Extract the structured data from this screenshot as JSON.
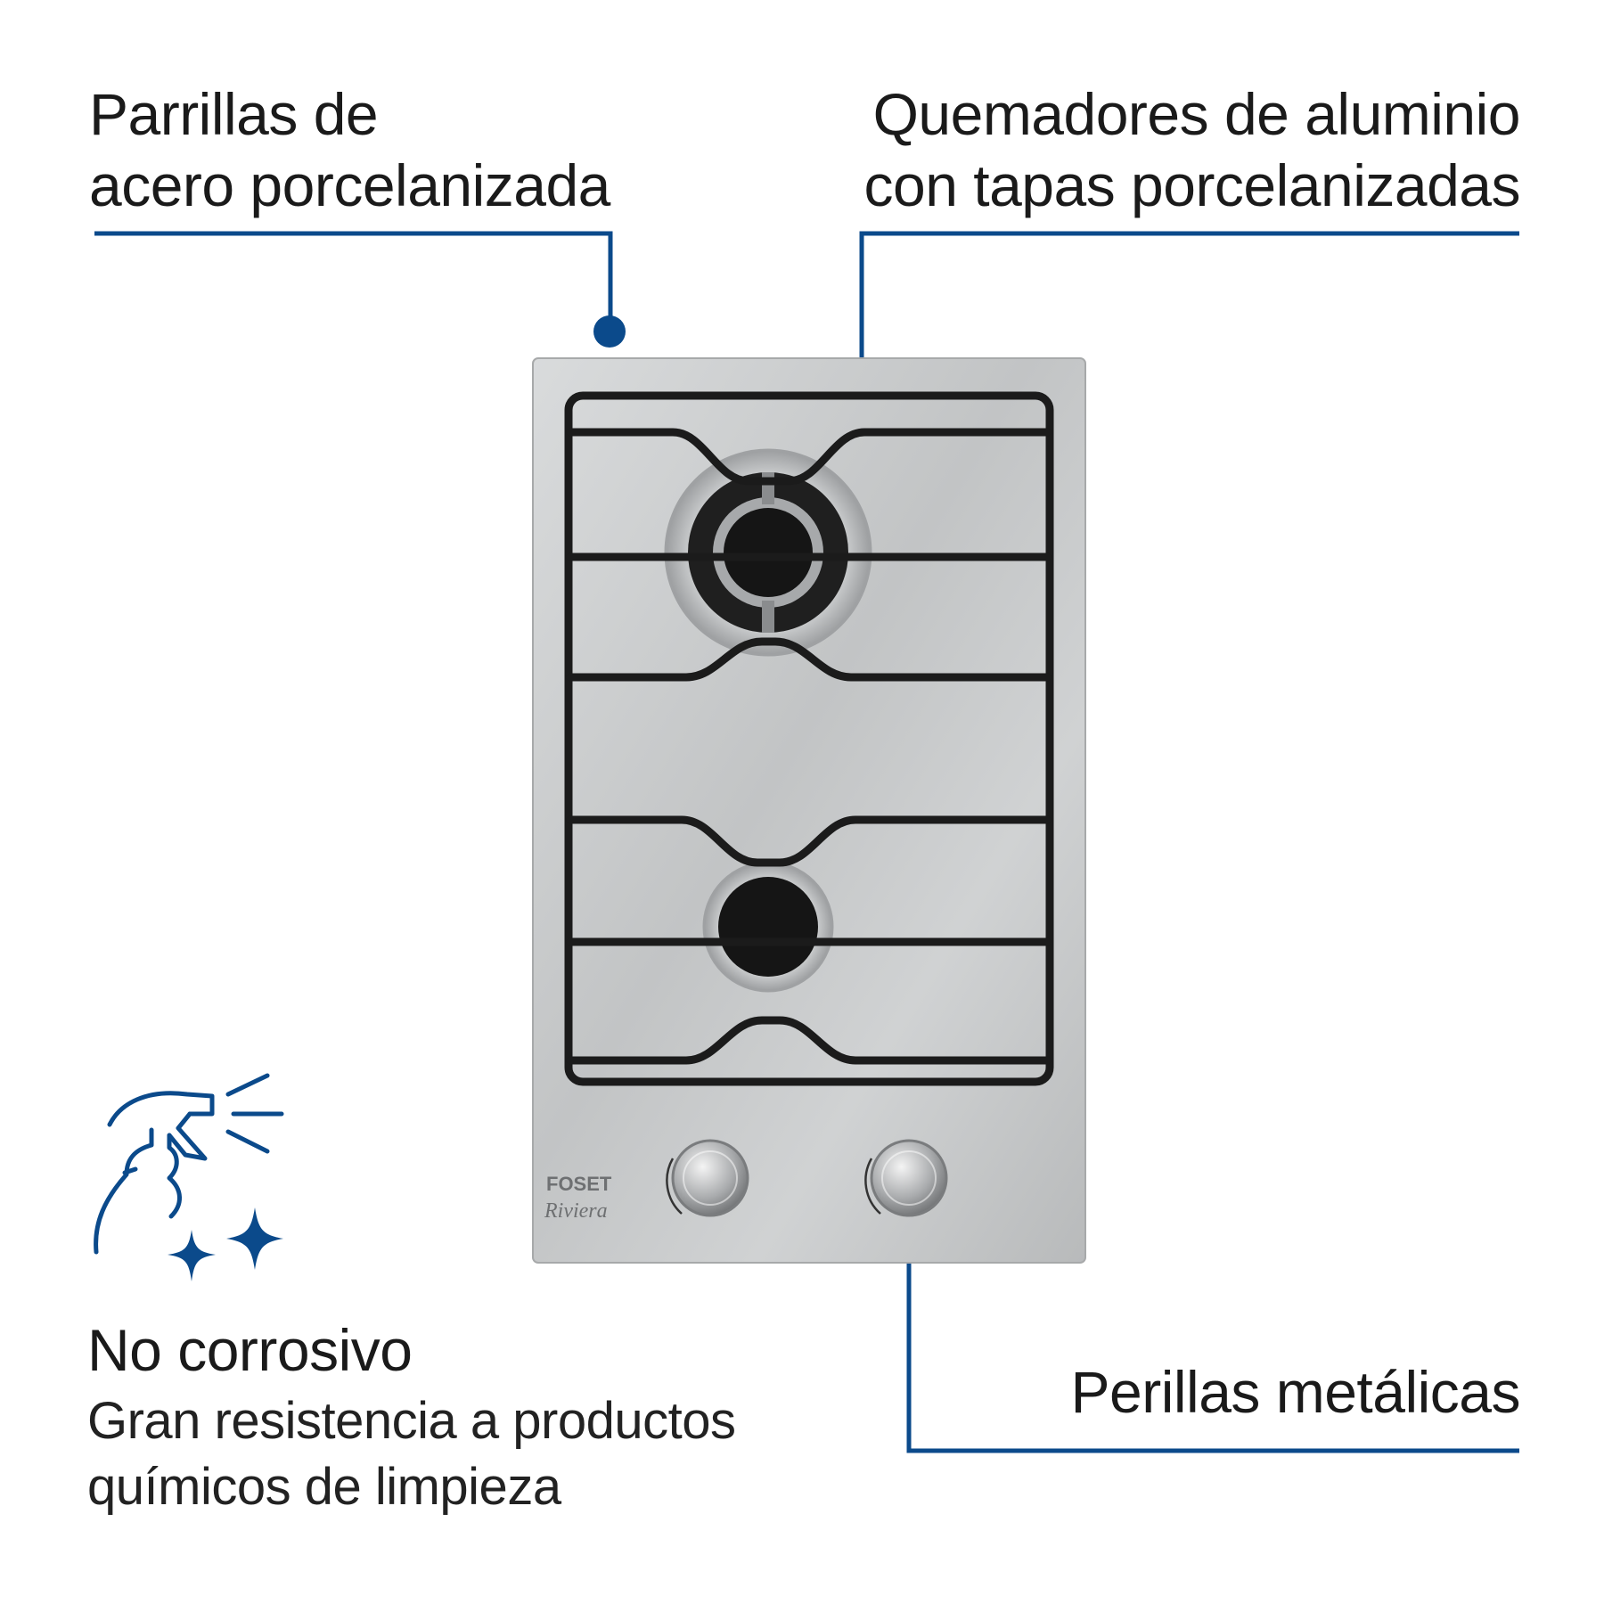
{
  "callouts": {
    "grates": {
      "line1": "Parrillas de",
      "line2": "acero porcelanizada"
    },
    "burners": {
      "line1": "Quemadores de aluminio",
      "line2": "con tapas porcelanizadas"
    },
    "knobs": {
      "line1": "Perillas metálicas"
    }
  },
  "feature": {
    "title": "No corrosivo",
    "desc_line1": "Gran resistencia a productos",
    "desc_line2": "químicos de limpieza",
    "icon": "spray-bottle-sparkle-icon"
  },
  "product": {
    "brand": "FOSET",
    "model": "Riviera"
  },
  "colors": {
    "accent": "#0b4a8b",
    "text": "#1a1a1a",
    "steel": "#c9cbcc",
    "grate": "#1b1b1b"
  }
}
